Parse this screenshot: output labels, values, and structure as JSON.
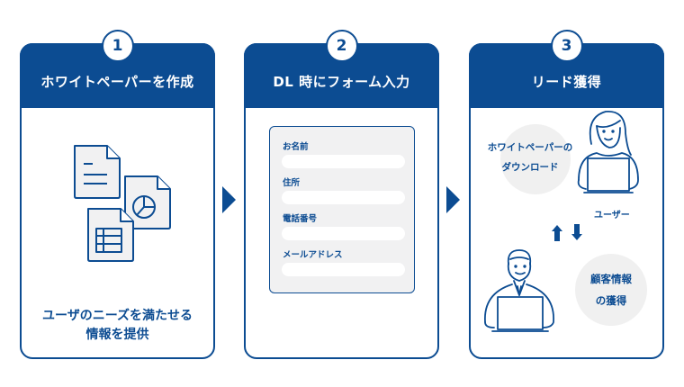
{
  "colors": {
    "primary": "#0c4c92",
    "bubble": "#f0f0f0",
    "form_bg": "#f1f1f2"
  },
  "steps": [
    {
      "number": "1",
      "title": "ホワイトペーパーを作成",
      "illustration": "documents-icon",
      "caption_lines": [
        "ユーザのニーズを満たせる",
        "情報を提供"
      ]
    },
    {
      "number": "2",
      "title": "DL 時にフォーム入力",
      "form": {
        "fields": [
          {
            "label": "お名前",
            "value": ""
          },
          {
            "label": "住所",
            "value": ""
          },
          {
            "label": "電話番号",
            "value": ""
          },
          {
            "label": "メールアドレス",
            "value": ""
          }
        ]
      }
    },
    {
      "number": "3",
      "title": "リード獲得",
      "download_bubble": [
        "ホワイトペーパーの",
        "ダウンロード"
      ],
      "user_label": "ユーザー",
      "info_bubble": [
        "顧客情報",
        "の獲得"
      ],
      "exchange_icons": [
        "arrow-up-icon",
        "arrow-down-icon"
      ]
    }
  ],
  "connectors": [
    "chevron-right-icon",
    "chevron-right-icon"
  ]
}
